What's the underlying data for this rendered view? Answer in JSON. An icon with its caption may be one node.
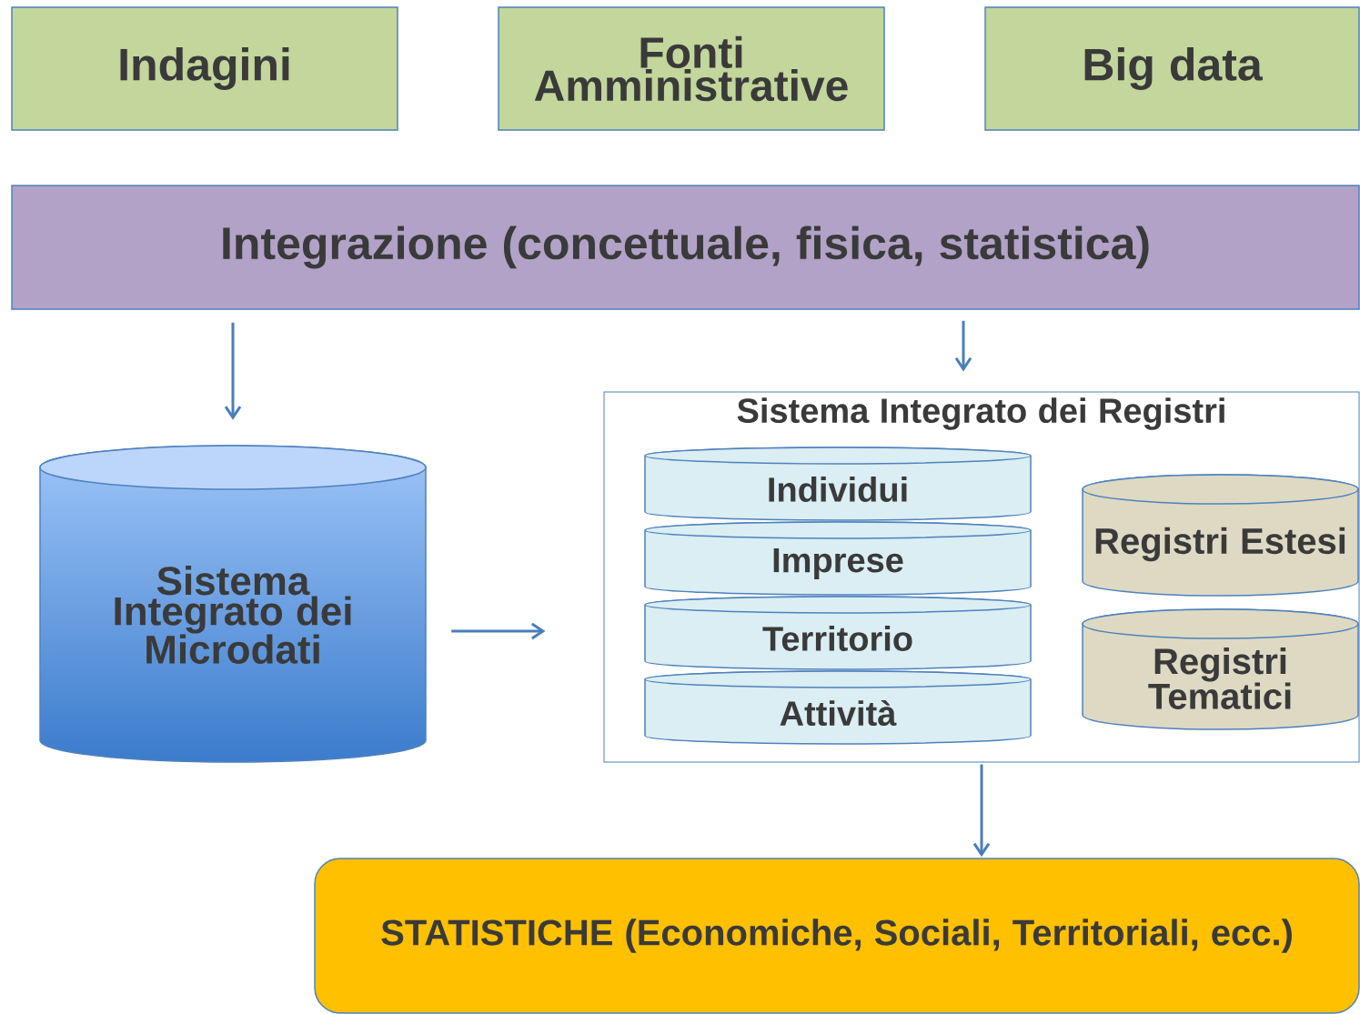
{
  "diagram": {
    "nodes": [
      {
        "text": [
          "Indagini"
        ]
      },
      {
        "text": [
          "Fonti Amministrative"
        ]
      },
      {
        "text": [
          "Big data"
        ]
      },
      {
        "text": [
          "Integrazione (concettuale, fisica, statistica)"
        ]
      },
      {
        "text": [
          "Sistema Integrato dei Microdati"
        ]
      },
      {
        "text": [
          "Sistema Integrato dei Registri"
        ]
      },
      {
        "text": [
          "Individui"
        ],
        "in": 5
      },
      {
        "text": [
          "Imprese"
        ],
        "in": 5
      },
      {
        "text": [
          "Territorio"
        ],
        "in": 5
      },
      {
        "text": [
          "Attività"
        ],
        "in": 5
      },
      {
        "text": [
          "Registri Estesi"
        ],
        "in": 5
      },
      {
        "text": [
          "Registri Tematici"
        ],
        "in": 5
      },
      {
        "text": [
          "STATISTICHE (Economiche, Sociali, Territoriali, ecc.)"
        ]
      }
    ],
    "edges": [
      {
        "from": 3,
        "to": 4,
        "arrow": "to"
      },
      {
        "from": 3,
        "to": 5,
        "arrow": "to"
      },
      {
        "from": 4,
        "to": 5,
        "arrow": "to"
      },
      {
        "from": 5,
        "to": 12,
        "arrow": "to"
      }
    ]
  }
}
